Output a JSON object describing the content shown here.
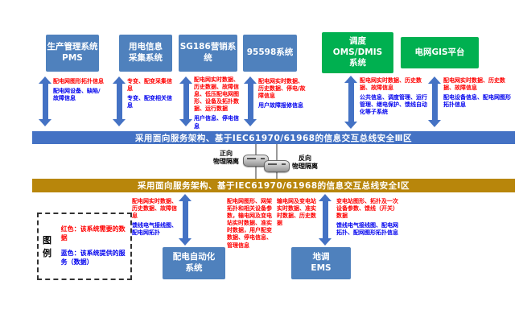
{
  "colors": {
    "blue_box": "#4f81bd",
    "green_box": "#00b050",
    "bus_zone3_blue": "#4472c4",
    "bus_zone1_brown": "#b8860b",
    "arrow_blue": "#4472c4",
    "needed_data_red": "#ff0000",
    "provided_data_blue": "#0000ee"
  },
  "top_systems": [
    {
      "label": "生产管理系统\nPMS"
    },
    {
      "label": "用电信息\n采集系统"
    },
    {
      "label": "SG186营销系\n统"
    },
    {
      "label": "95598系统"
    },
    {
      "label": "调度\nOMS/DMIS\n系统"
    },
    {
      "label": "电网GIS平台"
    }
  ],
  "top_exchanges": [
    {
      "red": "配电网图形拓扑信息",
      "blue": "配电网设备、缺陷/故障信息"
    },
    {
      "red": "专变、配变采集信息",
      "blue": "专变、配变相关信息"
    },
    {
      "red": "配电网实时数据、历史数据、故障信息、低压配电网图形、设备及拓扑数据、运行数据",
      "blue": "用户信息、停电信息"
    },
    {
      "red": "配电网实时数据、历史数据、停电/故障信息",
      "blue": "用户故障报修信息"
    },
    {
      "red": "配电网实时数据、历史数据、故障信息",
      "blue": "公共信息、调度管理、运行管理、继电保护、馈线自动化等子系统"
    },
    {
      "red": "配电网实时数据、历史数据、故障信息",
      "blue": "配电设备信息、配电网图形拓扑信息"
    }
  ],
  "bus_zone3": {
    "label": "采用面向服务架构、基于IEC61970/61968的信息交互总线安全Ⅲ区"
  },
  "bus_zone1": {
    "label": "采用面向服务架构、基于IEC61970/61968的信息交互总线安全Ⅰ区"
  },
  "isolation": {
    "forward": "正向\n物理隔离",
    "reverse": "反向\n物理隔离"
  },
  "legend": {
    "title": "图例",
    "red_label": "红色：该系统需要的数据",
    "blue_label": "蓝色：该系统提供的服务（数据）"
  },
  "bottom_systems": [
    {
      "label": "配电自动化\n系统"
    },
    {
      "label": "地调\nEMS"
    }
  ],
  "bottom_exchanges": {
    "dms_left_red": "配电网实时数据、历史数据、故障信息",
    "dms_left_blue": "馈线电气接线图、配电网拓扑",
    "dms_right_red": "配电网图形、网架拓扑和相关设备参数，输电网及变电站实时数据、准实时数据，用户配变数据、停电信息、管理信息",
    "ems_left_red": "输电网及变电站实时数据、准实时数据、历史数据",
    "ems_right_red": "变电站图形、拓扑及一次设备参数、馈线（开关）数据",
    "ems_right_blue": "馈线电气接线图、配电网拓扑、配网图形拓扑信息"
  }
}
